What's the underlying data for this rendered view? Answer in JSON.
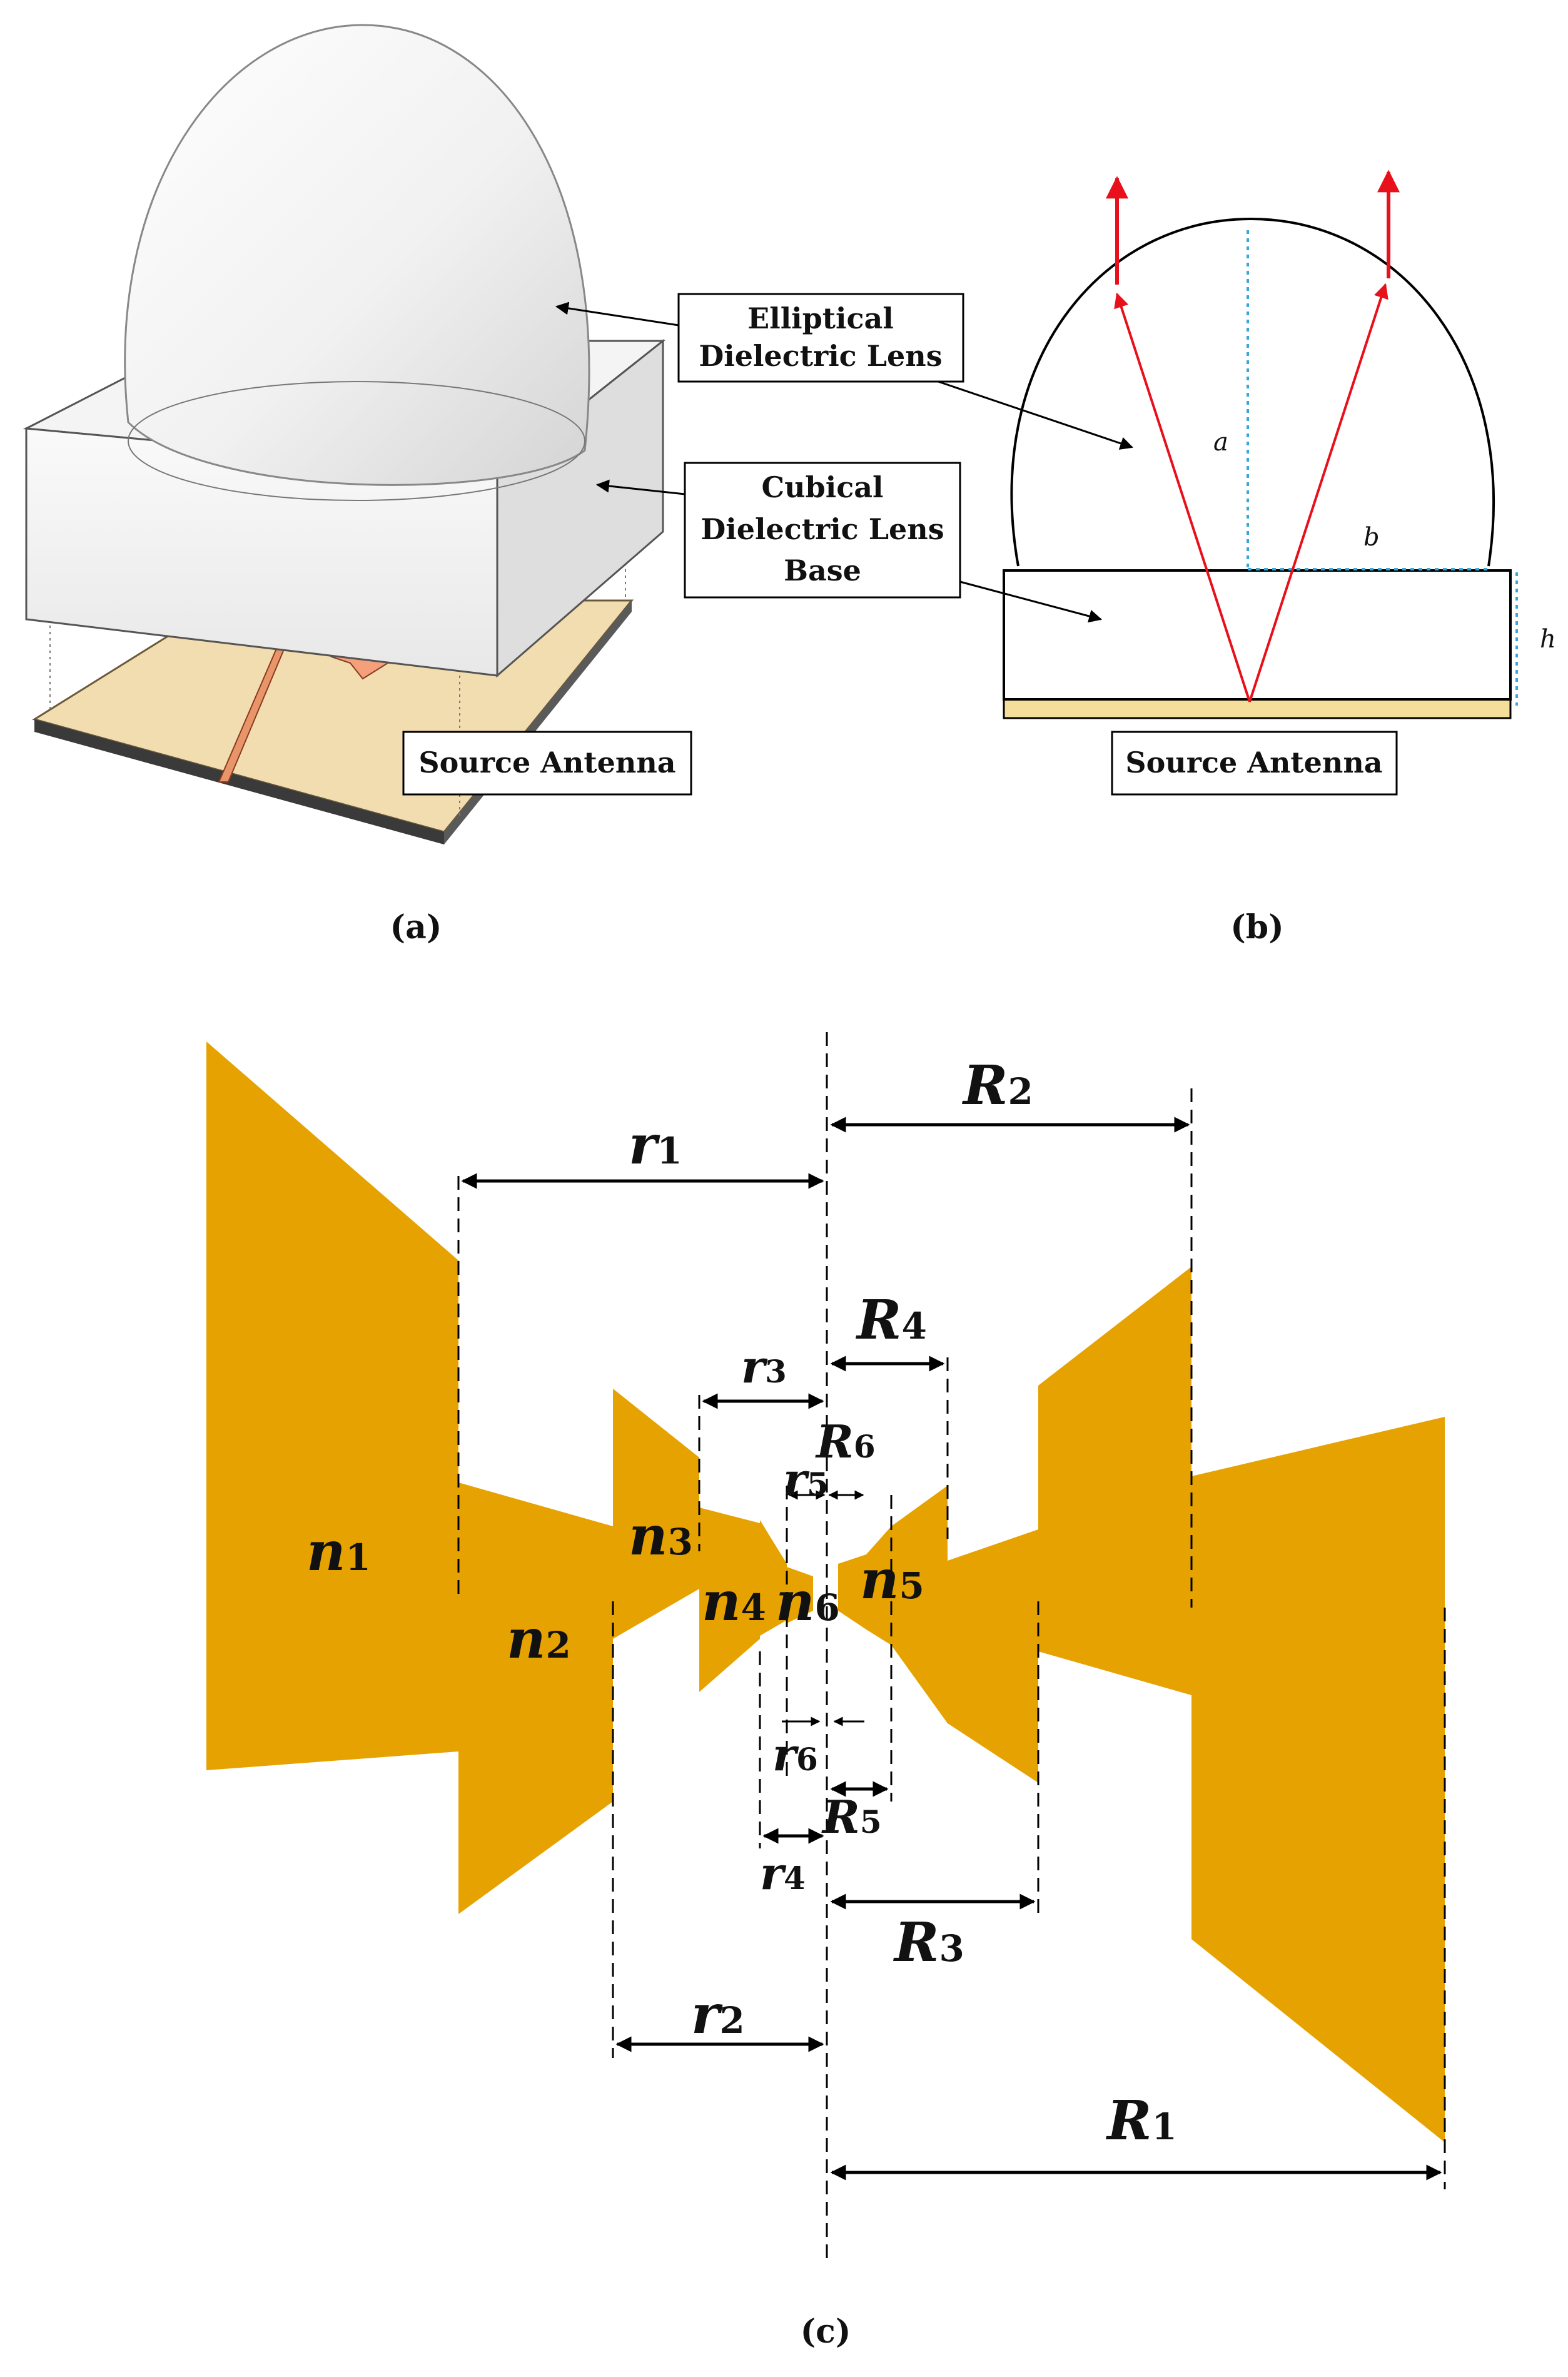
{
  "panels": {
    "a": {
      "label": "(a)"
    },
    "b": {
      "label": "(b)"
    },
    "c": {
      "label": "(c)"
    }
  },
  "callouts": {
    "elliptical_line1": "Elliptical",
    "elliptical_line2": "Dielectric Lens",
    "cubical_line1": "Cubical",
    "cubical_line2": "Dielectric Lens",
    "cubical_line3": "Base",
    "source_a": "Source Antenna",
    "source_b": "Source Antenna"
  },
  "schematic": {
    "semi_major": "a",
    "semi_minor": "b",
    "base_height": "h"
  },
  "dimensions": {
    "n": [
      {
        "base": "n",
        "sub": "1"
      },
      {
        "base": "n",
        "sub": "2"
      },
      {
        "base": "n",
        "sub": "3"
      },
      {
        "base": "n",
        "sub": "4"
      },
      {
        "base": "n",
        "sub": "5"
      },
      {
        "base": "n",
        "sub": "6"
      }
    ],
    "r": [
      {
        "base": "r",
        "sub": "1"
      },
      {
        "base": "r",
        "sub": "2"
      },
      {
        "base": "r",
        "sub": "3"
      },
      {
        "base": "r",
        "sub": "4"
      },
      {
        "base": "r",
        "sub": "5"
      },
      {
        "base": "r",
        "sub": "6"
      }
    ],
    "R": [
      {
        "base": "R",
        "sub": "1"
      },
      {
        "base": "R",
        "sub": "2"
      },
      {
        "base": "R",
        "sub": "3"
      },
      {
        "base": "R",
        "sub": "4"
      },
      {
        "base": "R",
        "sub": "5"
      },
      {
        "base": "R",
        "sub": "6"
      }
    ]
  },
  "colors": {
    "antenna_fill": "#E6A200",
    "ray": "#E8101A",
    "substrate": "#F2DDB0",
    "guide_line": "#3BA7D9"
  }
}
